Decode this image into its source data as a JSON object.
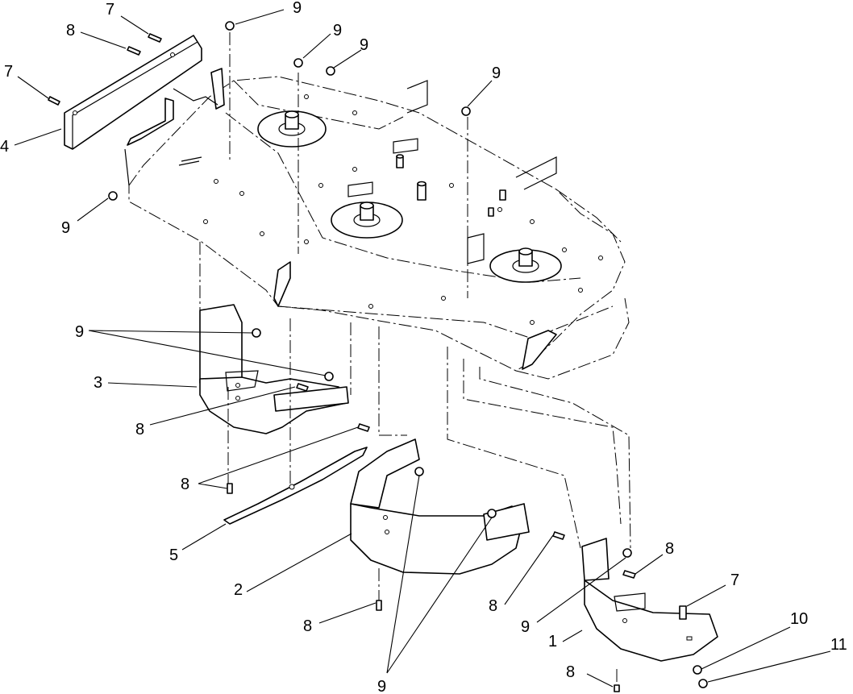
{
  "callouts": [
    {
      "id": "c7-top",
      "text": "7"
    },
    {
      "id": "c8-top",
      "text": "8"
    },
    {
      "id": "c7-left",
      "text": "7"
    },
    {
      "id": "c4",
      "text": "4"
    },
    {
      "id": "c9-a",
      "text": "9"
    },
    {
      "id": "c9-b",
      "text": "9"
    },
    {
      "id": "c9-c",
      "text": "9"
    },
    {
      "id": "c9-d",
      "text": "9"
    },
    {
      "id": "c9-left",
      "text": "9"
    },
    {
      "id": "c9-mid",
      "text": "9"
    },
    {
      "id": "c3",
      "text": "3"
    },
    {
      "id": "c8-mid",
      "text": "8"
    },
    {
      "id": "c8-blade",
      "text": "8"
    },
    {
      "id": "c5",
      "text": "5"
    },
    {
      "id": "c2",
      "text": "2"
    },
    {
      "id": "c8-bottom",
      "text": "8"
    },
    {
      "id": "c9-bottom",
      "text": "9"
    },
    {
      "id": "c8-center",
      "text": "8"
    },
    {
      "id": "c9-right",
      "text": "9"
    },
    {
      "id": "c8-right",
      "text": "8"
    },
    {
      "id": "c7-right",
      "text": "7"
    },
    {
      "id": "c1",
      "text": "1"
    },
    {
      "id": "c10",
      "text": "10"
    },
    {
      "id": "c11",
      "text": "11"
    },
    {
      "id": "c8-rbottom",
      "text": "8"
    }
  ]
}
